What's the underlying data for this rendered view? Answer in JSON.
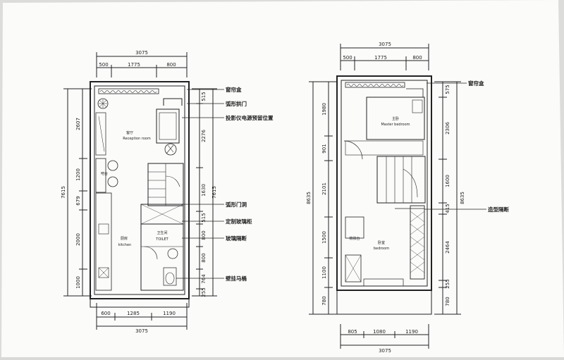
{
  "left_plan": {
    "dim_top_total": "3075",
    "dim_top_parts": [
      "500",
      "1775",
      "800"
    ],
    "dim_bottom_total": "3075",
    "dim_bottom_parts": [
      "600",
      "1285",
      "1190"
    ],
    "dim_left_total": "7615",
    "dim_left_parts": [
      "2607",
      "1200",
      "679",
      "2000",
      "1000"
    ],
    "dim_right_total": "7615",
    "dim_right_parts": [
      "515",
      "2276",
      "1630",
      "515",
      "800",
      "800",
      "764",
      "255"
    ],
    "rooms": {
      "reception_cn": "客厅",
      "reception_en": "Reception room",
      "bar_cn": "吧台",
      "kitchen_cn": "厨房",
      "kitchen_en": "kitchen",
      "toilet_cn": "卫生间",
      "toilet_en": "TOILET"
    },
    "annotations": [
      "窗帘盒",
      "弧形拱门",
      "投影仪电源预留位置",
      "弧形门洞",
      "定制玻璃柜",
      "玻璃隔断",
      "壁挂马桶"
    ]
  },
  "right_plan": {
    "dim_top_total": "3075",
    "dim_top_parts": [
      "500",
      "1775",
      "800"
    ],
    "dim_bottom_total": "3075",
    "dim_bottom_parts": [
      "805",
      "1080",
      "1190"
    ],
    "dim_left_total": "8635",
    "dim_left_parts": [
      "1980",
      "901",
      "2101",
      "1500",
      "1100",
      "780"
    ],
    "dim_right_total": "8635",
    "dim_right_parts": [
      "575",
      "2306",
      "1600",
      "415",
      "2464",
      "255",
      "780"
    ],
    "rooms": {
      "master_cn": "主卧",
      "master_en": "Master bedroom",
      "second_cn": "卧室",
      "second_en": "bedroom",
      "desk_cn": "梳妆台"
    },
    "annotations": [
      "窗帘盒",
      "造型隔断"
    ]
  }
}
